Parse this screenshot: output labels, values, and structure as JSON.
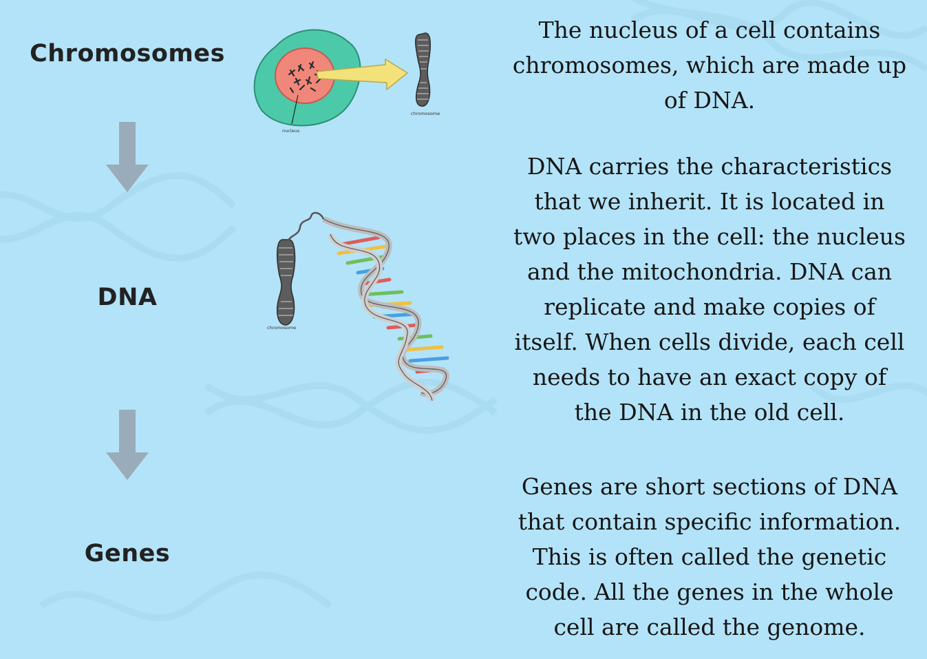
{
  "colors": {
    "background": "#b3e3f8",
    "arrow": "#9aabb9",
    "cell_cytoplasm": "#4cc9a8",
    "nucleus": "#f0877a",
    "pointer_arrow": "#f3e27a"
  },
  "flow": {
    "terms": {
      "chromosomes": "Chromosomes",
      "dna": "DNA",
      "genes": "Genes"
    },
    "arrow_icon": "down-arrow-icon"
  },
  "illustrations": {
    "cell": {
      "nucleus_label": "nucleus",
      "chromosome_label": "chromosome"
    },
    "dna": {
      "chromosome_label": "chromosome"
    }
  },
  "descriptions": {
    "chromosomes": [
      "The nucleus of a cell contains",
      "chromosomes, which are made up",
      "of DNA."
    ],
    "dna": [
      "DNA carries the characteristics",
      "that we inherit. It is located in",
      "two places in the cell: the nucleus",
      "and the mitochondria. DNA can",
      "replicate and make copies of",
      "itself. When cells divide, each cell",
      "needs to have an exact copy of",
      "the DNA in the old cell."
    ],
    "genes": [
      "Genes are short sections of DNA",
      "that contain specific information.",
      "This is often called the genetic",
      "code. All the genes in the whole",
      "cell are called the genome."
    ]
  }
}
